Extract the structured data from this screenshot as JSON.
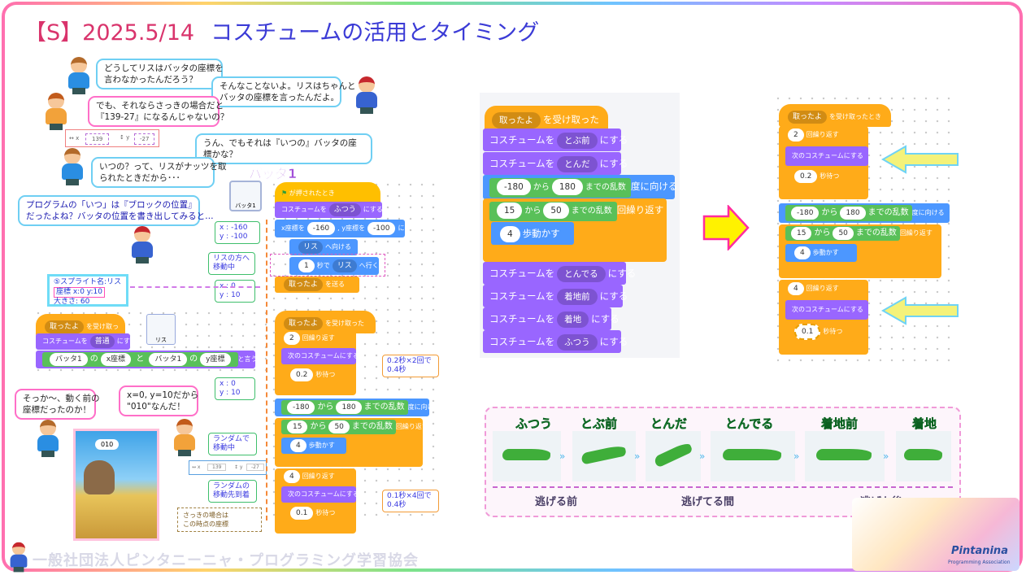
{
  "title": {
    "prefix": "【S】2025.5/14",
    "main": "コスチュームの活用とタイミング"
  },
  "dialogue": {
    "b1": "どうしてリスはバッタの座標を\n言わなかったんだろう？",
    "b2": "そんなことないよ。リスはちゃんと\nバッタの座標を言ったんだよ。",
    "b3": "でも、それならさっきの場合だと\n『139-27』になるんじゃないの？",
    "b4": "うん、でもそれは『いつの』バッタの座標かな？",
    "b5": "いつの？って、リスがナッツを取\nられたときだから･･･",
    "b6": "プログラムの「いつ」は『ブロックの位置』\nだったよね？バッタの位置を書き出してみると…",
    "b7": "そっか～、動く前の\n座標だったのか！",
    "b8": "x=0, y=10だから\n\"010\"なんだ！"
  },
  "coord_box": {
    "x": "139",
    "y": "-27"
  },
  "coord_box2": {
    "x": "139",
    "y": "-27"
  },
  "sprite_title": "バッタ1",
  "sprite_thumb": "バッタ1",
  "squirrel_thumb": "リス",
  "squirrel_info": {
    "l1": "⑤スプライト名:リス",
    "l2": "座標 x:0  y:10",
    "l3": "大きさ: 60"
  },
  "notes": {
    "n1": "x : -160\ny : -100",
    "n2": "リスの方へ\n移動中",
    "n3": "x : 0\ny : 10",
    "n4": "x : 0\ny : 10",
    "n5": "ランダムで\n移動中",
    "n6": "ランダムの\n移動先到着",
    "n7": "0.2秒×2回で\n0.4秒",
    "n8": "0.1秒×4回で\n0.4秒",
    "n9": "さっきの場合は\nこの時点の座標"
  },
  "stage_bubble": "010",
  "left_script": {
    "hat": "が押されたとき",
    "costume": "コスチュームを",
    "costume_val": "ふつう",
    "suru": "にする",
    "goto": "x座標を",
    "gx": "-160",
    "gy_label": ", y座標を",
    "gy": "-100",
    "goto_end": "にする",
    "point": "リス",
    "point_end": "へ向ける",
    "glide_n": "1",
    "glide_mid": "秒で",
    "glide_t": "リス",
    "glide_end": "へ行く",
    "send": "取ったよ",
    "send_end": "を送る"
  },
  "squirrel_script": {
    "hat": "取ったよ",
    "hat_end": "を受け取ったとき",
    "costume": "コスチュームを",
    "costume_val": "普通",
    "suru": "にする",
    "say_a": "バッタ1",
    "say_no": "の",
    "say_b": "x座標",
    "say_to": "と",
    "say_c": "バッタ1",
    "say_no2": "の",
    "say_d": "y座標",
    "say_end": "と言う"
  },
  "mid_script": {
    "hat": "取ったよ",
    "hat_end": "を受け取ったとき",
    "r2": "2",
    "rep": "回繰り返す",
    "next": "次のコスチュームにする",
    "w02": "0.2",
    "wait": "秒待つ",
    "dir_a": "-180",
    "kara": "から",
    "dir_b": "180",
    "rnd": "までの乱数",
    "dir_end": "度に向ける",
    "r_a": "15",
    "r_b": "50",
    "move": "4",
    "move_end": "歩動かす",
    "r4": "4",
    "w01": "0.1"
  },
  "big_script": {
    "hat": "取ったよ",
    "hat_end": "を受け取ったとき",
    "costume": "コスチュームを",
    "suru": "にする",
    "c1": "とぶ前",
    "c2": "とんだ",
    "dir_a": "-180",
    "kara": "から",
    "dir_b": "180",
    "rnd": "までの乱数",
    "dir_end": "度に向ける",
    "r_a": "15",
    "r_b": "50",
    "rep_end": "回繰り返す",
    "move": "4",
    "move_end": "歩動かす",
    "c3": "とんでる",
    "c4": "着地前",
    "c5": "着地",
    "c6": "ふつう"
  },
  "right_script": {
    "hat": "取ったよ",
    "hat_end": "を受け取ったとき",
    "r2": "2",
    "rep": "回繰り返す",
    "next": "次のコスチュームにする",
    "w02": "0.2",
    "wait": "秒待つ",
    "dir_a": "-180",
    "kara": "から",
    "dir_b": "180",
    "rnd": "までの乱数",
    "dir_end": "度に向ける",
    "r_a": "15",
    "r_b": "50",
    "rep_end": "回繰り返す",
    "move": "4",
    "move_end": "歩動かす",
    "r4": "4",
    "w01": "0.1"
  },
  "costumes": {
    "labels": [
      "ふつう",
      "とぶ前",
      "とんだ",
      "とんでる",
      "着地前",
      "着地"
    ],
    "phases": [
      "逃げる前",
      "逃げてる間",
      "逃げた後"
    ]
  },
  "logo": {
    "l1": "Pintanina",
    "l2": "Programming Association"
  },
  "footer": "一般社団法人ピンタニーニャ・プログラミング学習協会",
  "colors": {
    "looks": "#9966ff",
    "motion": "#4c97ff",
    "control": "#ffab19",
    "operators": "#59c059",
    "accent": "#3b3bd6"
  }
}
